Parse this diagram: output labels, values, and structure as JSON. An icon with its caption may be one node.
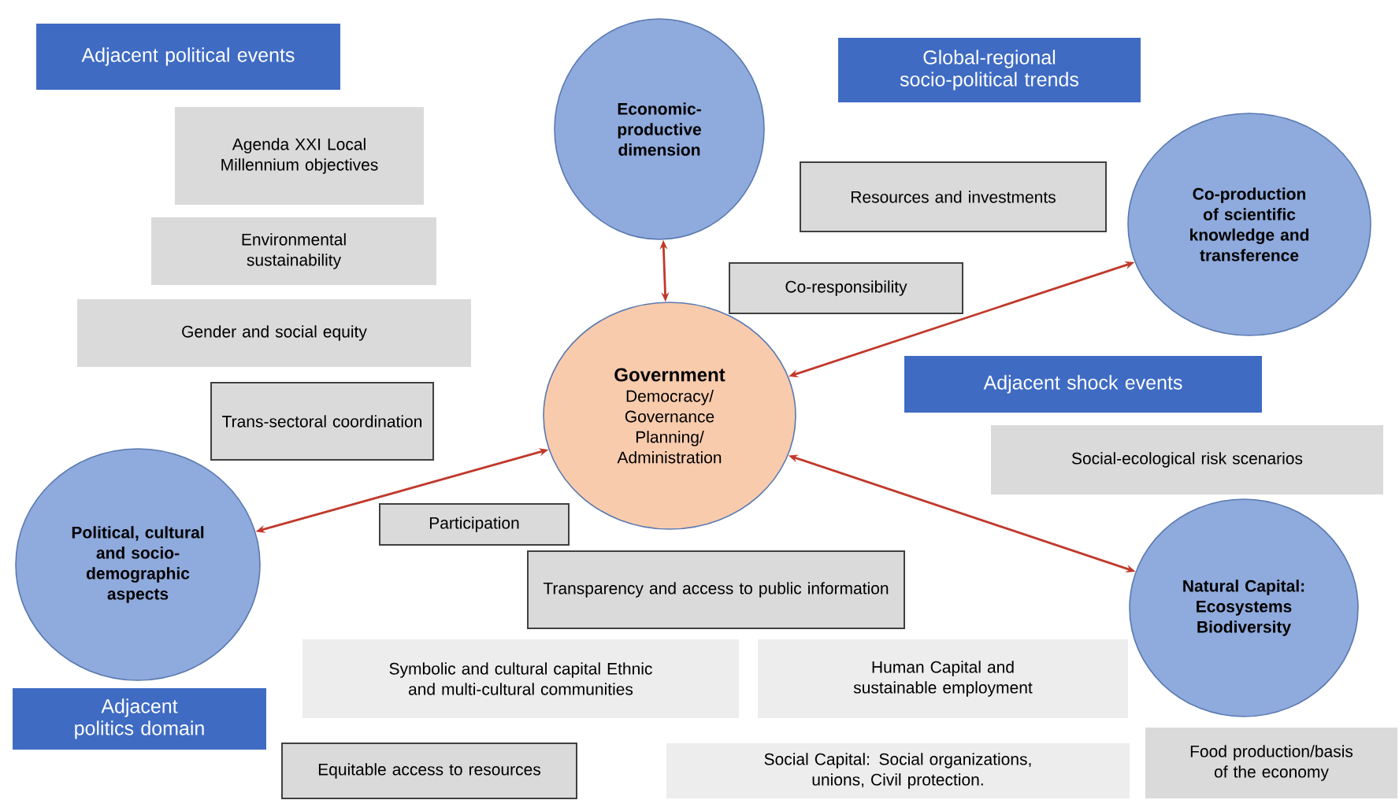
{
  "diagram": {
    "nodes": [
      {
        "text": [
          "Adjacent political events"
        ]
      },
      {
        "text": [
          "Economic-productive dimension"
        ]
      },
      {
        "text": [
          "Global-regional socio-political trends"
        ]
      },
      {
        "text": [
          "Agenda XXI Local Millennium objectives"
        ]
      },
      {
        "text": [
          "Resources and investments"
        ]
      },
      {
        "text": [
          "Co-production of scientific knowledge and transference"
        ]
      },
      {
        "text": [
          "Environmental sustainability"
        ]
      },
      {
        "text": [
          "Co-responsibility"
        ]
      },
      {
        "text": [
          "Gender and social equity"
        ]
      },
      {
        "text": [
          "Government",
          "Democracy/ Governance Planning/ Administration"
        ]
      },
      {
        "text": [
          "Trans-sectoral coordination"
        ]
      },
      {
        "text": [
          "Adjacent shock events"
        ]
      },
      {
        "text": [
          "Social-ecological risk scenarios"
        ]
      },
      {
        "text": [
          "Political, cultural and socio-demographic aspects"
        ]
      },
      {
        "text": [
          "Participation"
        ]
      },
      {
        "text": [
          "**Natural Capital**: Ecosystems Biodiversity"
        ]
      },
      {
        "text": [
          "Transparency and access to public information"
        ]
      },
      {
        "text": [
          "Symbolic and cultural capital Ethnic and multi-cultural communities"
        ]
      },
      {
        "text": [
          "Human Capital and sustainable employment"
        ]
      },
      {
        "text": [
          "Adjacent politics domain"
        ]
      },
      {
        "text": [
          "Equitable access to resources"
        ]
      },
      {
        "text": [
          "Social Capital: Social organizations, unions, Civil protection."
        ]
      },
      {
        "text": [
          "Food production/basis of the economy"
        ]
      }
    ],
    "edges": [
      {
        "from": 1,
        "to": 9,
        "arrow": "both"
      },
      {
        "from": 9,
        "to": 5,
        "arrow": "both"
      },
      {
        "from": 9,
        "to": 13,
        "arrow": "both"
      },
      {
        "from": 9,
        "to": 15,
        "arrow": "both"
      }
    ]
  }
}
